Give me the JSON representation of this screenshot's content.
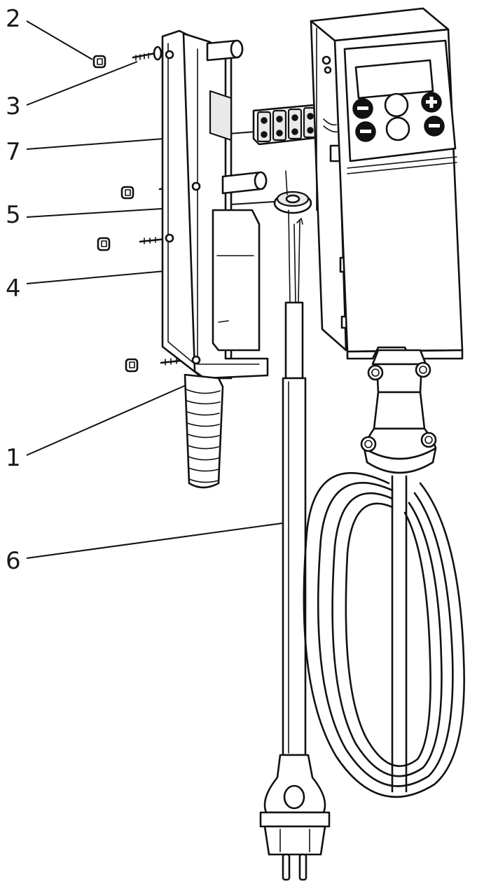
{
  "callouts": [
    {
      "id": "1",
      "label": "1"
    },
    {
      "id": "2",
      "label": "2"
    },
    {
      "id": "3",
      "label": "3"
    },
    {
      "id": "4",
      "label": "4"
    },
    {
      "id": "5",
      "label": "5"
    },
    {
      "id": "6",
      "label": "6"
    },
    {
      "id": "7",
      "label": "7"
    }
  ],
  "controller": {
    "buttons": [
      {
        "name": "minus",
        "symbol": "−"
      },
      {
        "name": "plus",
        "symbol": "+"
      },
      {
        "name": "minus",
        "symbol": "−"
      },
      {
        "name": "minus",
        "symbol": "−"
      }
    ]
  }
}
